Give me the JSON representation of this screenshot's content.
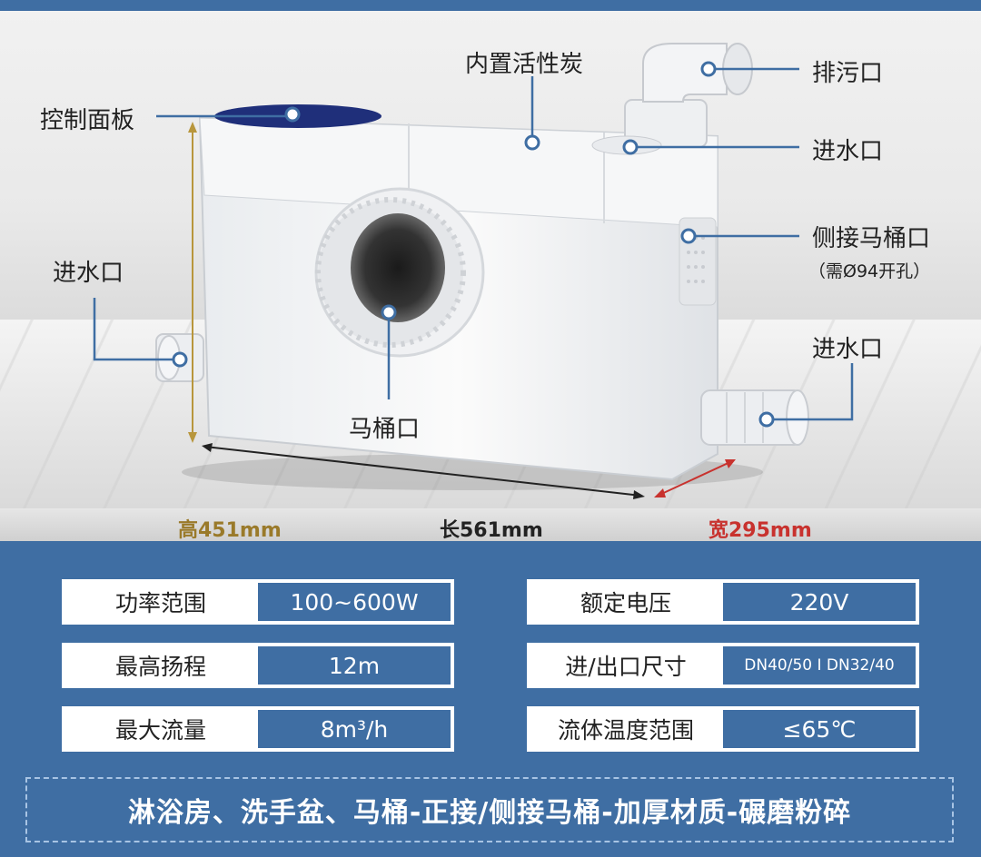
{
  "callouts": {
    "control_panel": "控制面板",
    "activated_carbon": "内置活性炭",
    "outlet": "排污口",
    "inlet_top": "进水口",
    "side_toilet": "侧接马桶口",
    "side_toilet_note": "（需Ø94开孔）",
    "inlet_left": "进水口",
    "inlet_right": "进水口",
    "toilet_port": "马桶口"
  },
  "dimensions": {
    "height": "高451mm",
    "length": "长561mm",
    "width": "宽295mm"
  },
  "specs": [
    {
      "label": "功率范围",
      "value": "100~600W"
    },
    {
      "label": "额定电压",
      "value": "220V"
    },
    {
      "label": "最高扬程",
      "value": "12m"
    },
    {
      "label": "进/出口尺寸",
      "value": "DN40/50 I DN32/40"
    },
    {
      "label": "最大流量",
      "value": "8m³/h"
    },
    {
      "label": "流体温度范围",
      "value": "≤65℃"
    }
  ],
  "footer": "淋浴房、洗手盆、马桶-正接/侧接马桶-加厚材质-碾磨粉碎",
  "colors": {
    "brand_blue": "#3f6ea3",
    "height_color": "#9a7a2a",
    "width_color": "#c8322e"
  }
}
